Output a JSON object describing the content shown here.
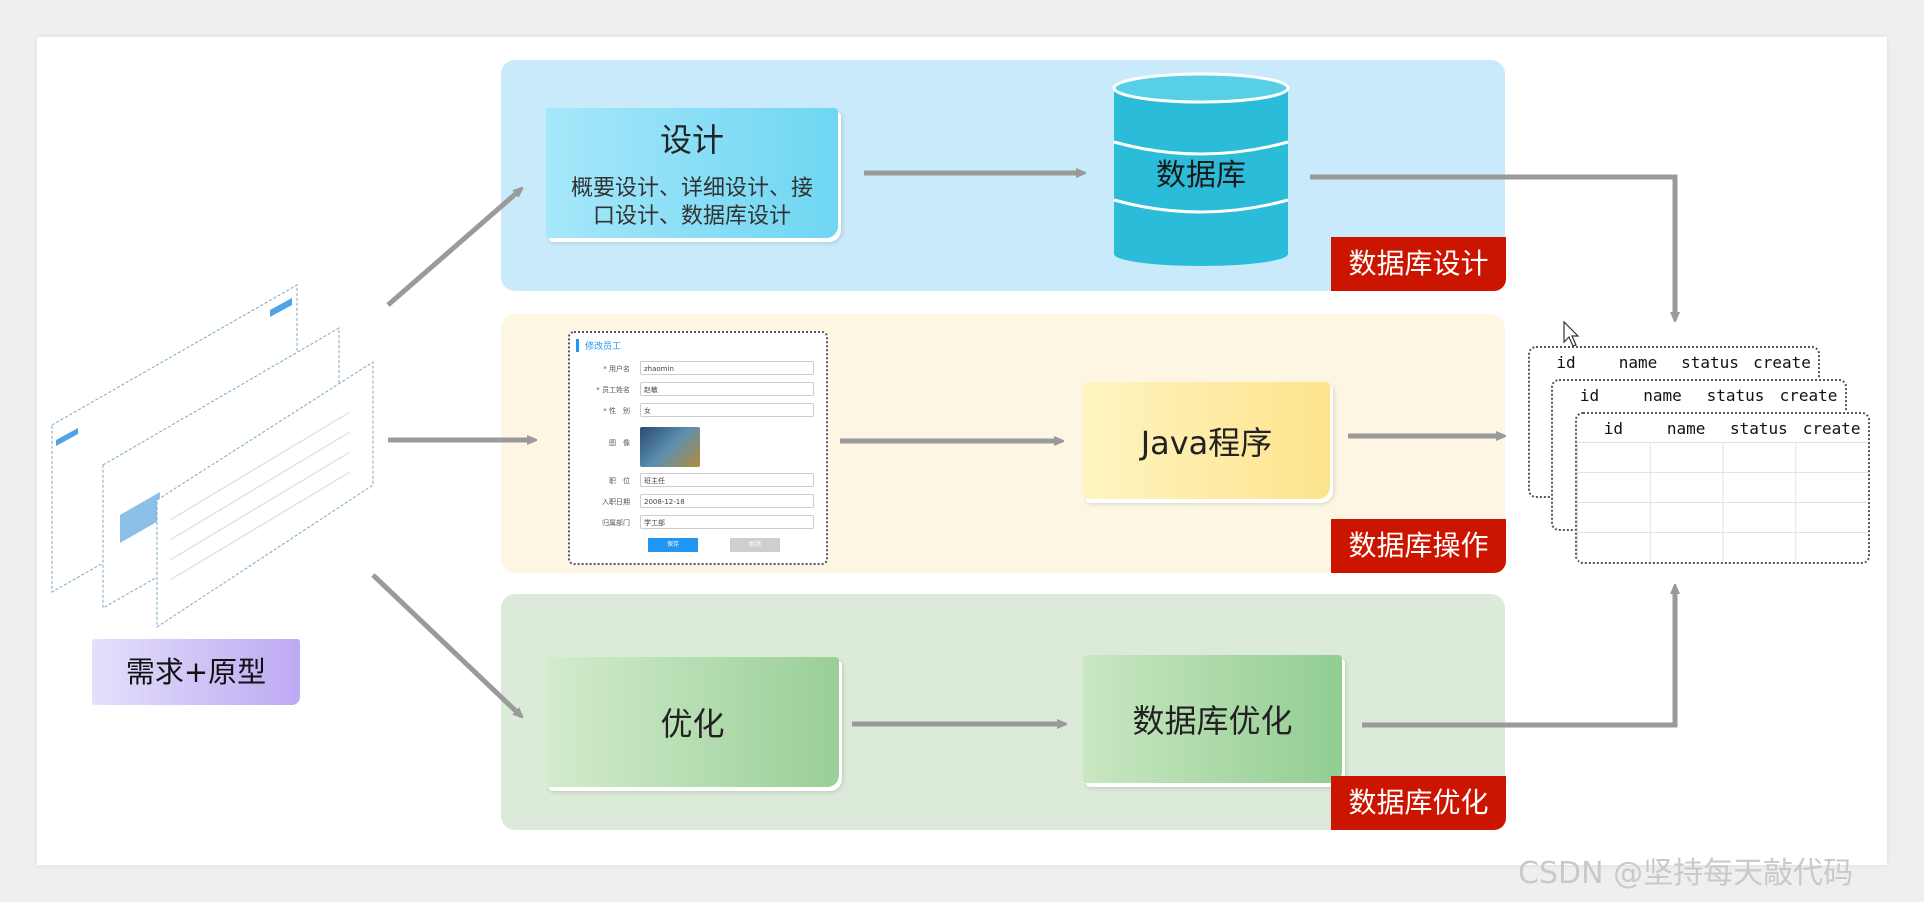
{
  "labels": {
    "requirements": "需求+原型",
    "design_title": "设计",
    "design_sub": "概要设计、详细设计、接口设计、数据库设计",
    "database": "数据库",
    "java": "Java程序",
    "optimize": "优化",
    "db_optimize": "数据库优化"
  },
  "tags": {
    "db_design": "数据库设计",
    "db_operation": "数据库操作",
    "db_optimize": "数据库优化"
  },
  "form": {
    "header": "修改员工",
    "fields": [
      {
        "label": "* 用户名",
        "value": "zhaomin"
      },
      {
        "label": "* 员工姓名",
        "value": "赵敏"
      },
      {
        "label": "* 性　别",
        "value": "女"
      },
      {
        "label": "职　位",
        "value": "班主任"
      },
      {
        "label": "入职日期",
        "value": "2008-12-18"
      },
      {
        "label": "归属部门",
        "value": "学工部"
      }
    ],
    "image_label": "图　像",
    "save_label": "保存",
    "cancel_label": "取消"
  },
  "table": {
    "columns": [
      "id",
      "name",
      "status",
      "create"
    ]
  },
  "colors": {
    "tag_red": "#cc1500",
    "band_blue": "#c8eafb",
    "band_yellow": "#fdf6e3",
    "band_green": "#dcebd9",
    "arrow": "#9a9a9a"
  },
  "icons": [
    "database-cylinder-icon",
    "mouse-cursor-icon"
  ],
  "watermark": "CSDN @坚持每天敲代码"
}
